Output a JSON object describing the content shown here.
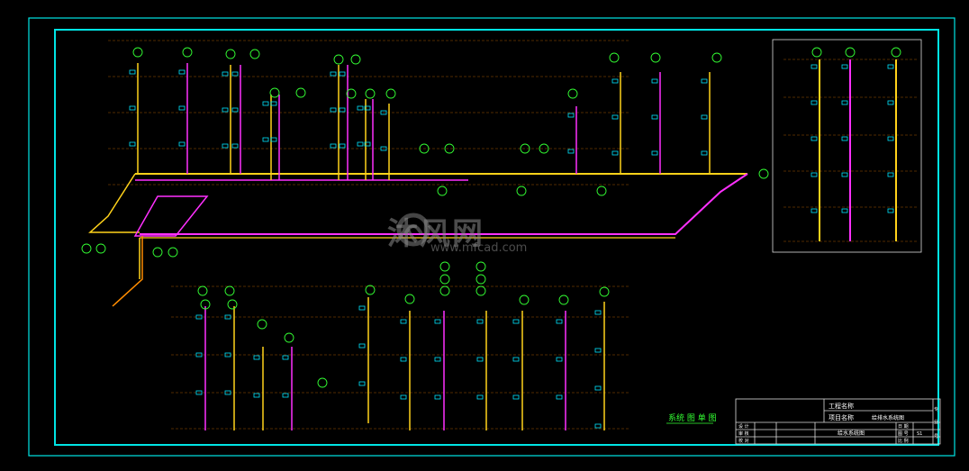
{
  "drawing": {
    "title_label": "系统 图 单 图",
    "title_block": {
      "project_label": "工程名称",
      "item_label": "项目名称",
      "item_value": "给排水系统图",
      "drawing_name": "给水系统图",
      "rows": [
        "设 计",
        "审 核",
        "校 对"
      ],
      "right_labels": [
        "日 期",
        "图 号",
        "比 例"
      ],
      "right_values": [
        "",
        "S1",
        ""
      ],
      "side_labels": [
        "专",
        "业",
        "号"
      ]
    },
    "colors": {
      "frame": "#00e5e5",
      "pipe_yellow": "#ffd21a",
      "pipe_magenta": "#ff30ff",
      "pipe_orange": "#ff8c00",
      "floor_line": "#e87a00",
      "label_green": "#33ff33",
      "fixture_cyan": "#00e5ff",
      "text_white": "#ffffff"
    }
  },
  "watermark": {
    "text": "沐风网",
    "sub": "www.mfcad.com"
  }
}
